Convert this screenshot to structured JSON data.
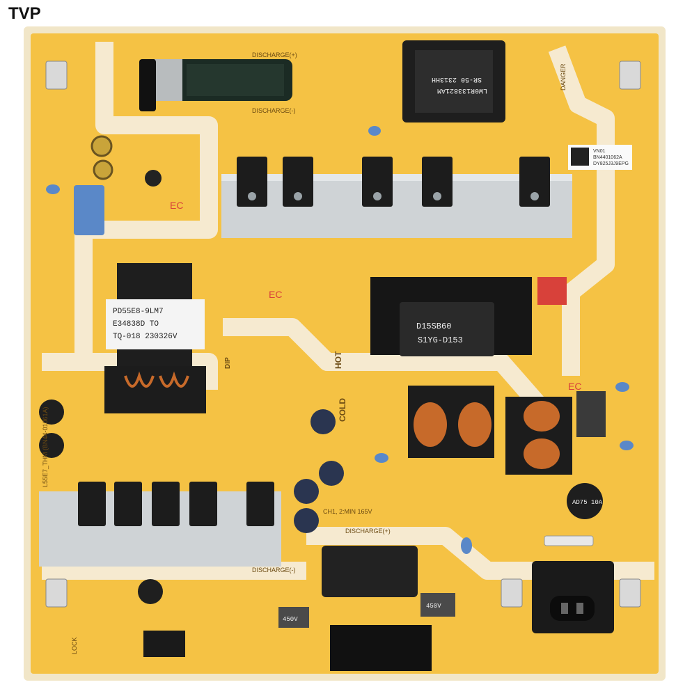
{
  "brand": "TVP",
  "board": {
    "silk_discharge_top_pos": "DISCHARGE(+)",
    "silk_discharge_top_neg": "DISCHARGE(-)",
    "silk_discharge_mid_pos": "DISCHARGE(+)",
    "silk_discharge_mid_neg": "DISCHARGE(-)",
    "silk_hot": "HOT",
    "silk_cold": "COLD",
    "silk_dip": "DIP",
    "silk_danger": "DANGER",
    "silk_ch1": "CH1, 2:MIN 165V",
    "silk_lock": "LOCK",
    "silk_model_side": "L55E7_THM (BN44-01061A)",
    "silk_ec": "EC"
  },
  "parts": {
    "transformer_left_line1": "PD55E8-9LM7",
    "transformer_left_line2": "E34838D TO",
    "transformer_left_line3": "TQ-018 230326V",
    "transformer_top_line1": "LW0R133821AM",
    "transformer_top_line2": "SR-50 2313HH",
    "bridge_line1": "D15SB60",
    "bridge_line2": "S1YG-D153",
    "barcode_line1": "VN01",
    "barcode_line2": "BN4401062A",
    "barcode_line3": "DY825J3J9EPG",
    "inductor_label": "450V",
    "cap_small_label": "450V",
    "thermistor_label": "AD75 10A"
  },
  "colors": {
    "pcb": "#f5c244",
    "pcb_edge": "#f3e6c4",
    "heatsink": "#cfd3d6",
    "component_black": "#1c1c1c",
    "copper": "#c76a2a",
    "cap_blue": "#5a88c8"
  }
}
